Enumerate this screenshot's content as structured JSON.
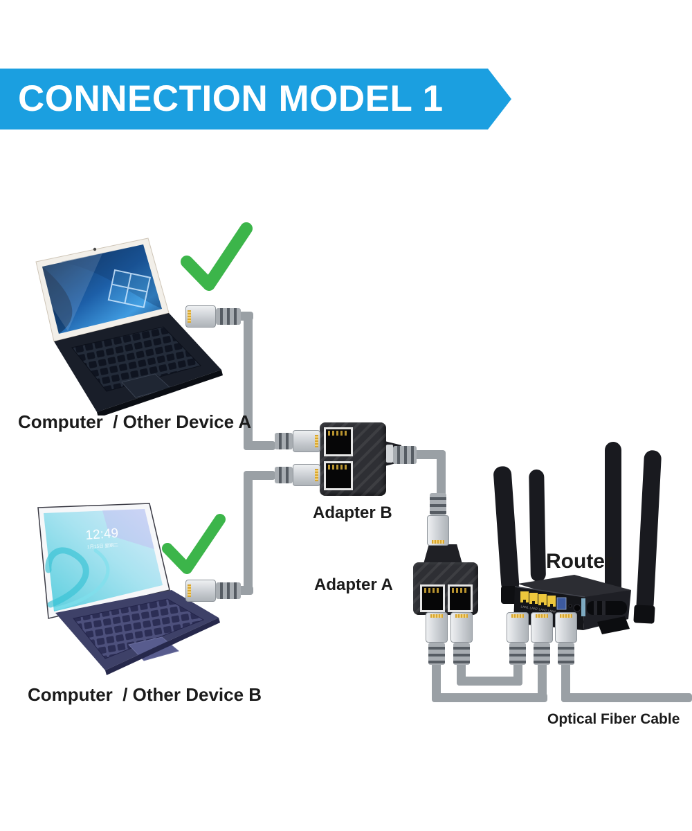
{
  "banner": {
    "title": "CONNECTION MODEL 1"
  },
  "colors": {
    "banner_blue": "#1b9fe0",
    "check_green": "#3cb54a",
    "cable_gray": "#9aa0a5",
    "lan_port_yellow": "#edc73c",
    "wan_port_blue": "#3d5a9e"
  },
  "devices": {
    "laptop_a": {
      "label": "Computer  / Other Device A"
    },
    "laptop_b": {
      "label": "Computer  / Other Device B",
      "screen_time": "12:49",
      "screen_date": "1月15日 星期二"
    }
  },
  "adapters": {
    "adapter_b": {
      "label": "Adapter B"
    },
    "adapter_a": {
      "label": "Adapter A"
    }
  },
  "router": {
    "label": "Router",
    "port_labels": [
      "LAN1",
      "LAN2",
      "LAN3",
      "LAN4",
      "WAN"
    ]
  },
  "cables": {
    "optical_label": "Optical Fiber Cable"
  }
}
